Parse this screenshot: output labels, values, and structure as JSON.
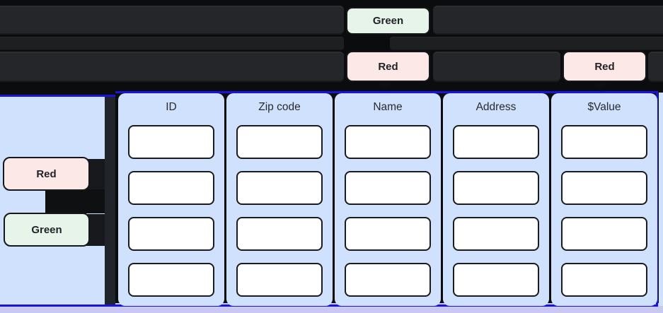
{
  "diagram": {
    "top_section": {
      "row1_badge": "Green",
      "row2_badge_left": "Red",
      "row2_badge_right": "Red"
    },
    "left_panel": {
      "badge_top": "Red",
      "badge_bottom": "Green"
    },
    "columns": [
      {
        "header": "ID"
      },
      {
        "header": "Zip code"
      },
      {
        "header": "Name"
      },
      {
        "header": "Address"
      },
      {
        "header": "$Value"
      }
    ],
    "cells_per_column": 4,
    "colors": {
      "background": "#0b0c0d",
      "dark_row_band": "#242629",
      "badge_green_bg": "#e6f4ea",
      "badge_red_bg": "#fce8e6",
      "panel_light_blue": "#cfe1fc",
      "outline_blue": "#1a12df",
      "lavender_base": "#c9c8f3",
      "cell_white": "#ffffff",
      "cell_border": "#191b1e"
    }
  }
}
